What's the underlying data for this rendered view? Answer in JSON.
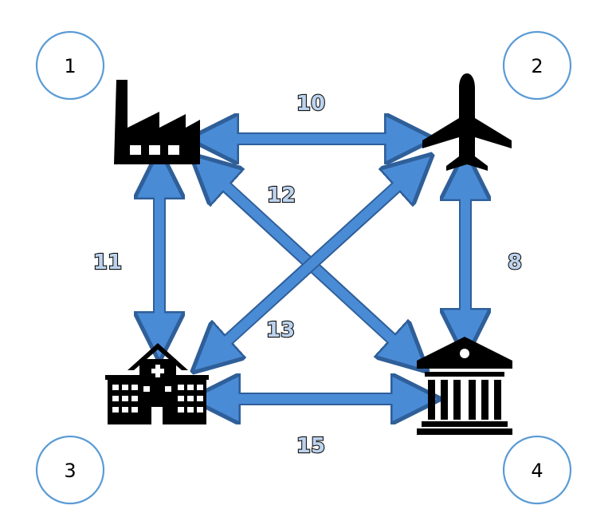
{
  "colors": {
    "arrow_fill": "#4a8bd6",
    "arrow_stroke": "#2f5f99",
    "circle_stroke": "#5b9bd5",
    "icon": "#000000",
    "edge_label_fill": "#bcd3ee"
  },
  "nodes": [
    {
      "id": "1",
      "label": "1",
      "icon": "factory-icon"
    },
    {
      "id": "2",
      "label": "2",
      "icon": "airplane-icon"
    },
    {
      "id": "3",
      "label": "3",
      "icon": "hospital-icon"
    },
    {
      "id": "4",
      "label": "4",
      "icon": "bank-icon"
    }
  ],
  "edges": [
    {
      "from": "1",
      "to": "2",
      "label": "10"
    },
    {
      "from": "1",
      "to": "3",
      "label": "11"
    },
    {
      "from": "1",
      "to": "4",
      "label": "12"
    },
    {
      "from": "2",
      "to": "3",
      "label": "13"
    },
    {
      "from": "2",
      "to": "4",
      "label": "8"
    },
    {
      "from": "3",
      "to": "4",
      "label": "15"
    }
  ]
}
